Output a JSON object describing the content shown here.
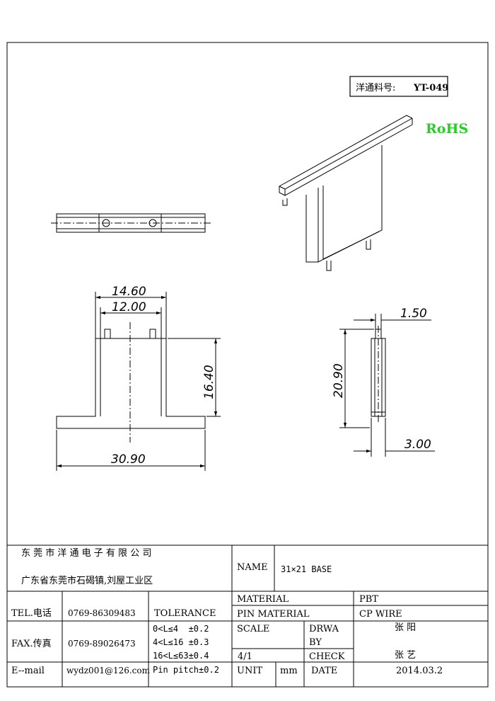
{
  "part_box": {
    "label": "洋通料号:",
    "code": "YT-049"
  },
  "rohs": "RoHS",
  "dimensions": {
    "front_width_outer": "14.60",
    "front_width_inner": "12.00",
    "front_height": "16.40",
    "front_base_width": "30.90",
    "side_top": "1.50",
    "side_height": "20.90",
    "side_bottom": "3.00"
  },
  "title_block": {
    "company": "东 莞 市 洋 通 电 子 有 限 公 司",
    "address": "广东省东莞市石碣镇,刘屋工业区",
    "name_label": "NAME",
    "name_value": "31×21 BASE",
    "material_label": "MATERIAL",
    "material_value": "PBT",
    "pin_material_label": "PIN MATERIAL",
    "pin_material_value": "CP WIRE",
    "tel_label": "TEL.电话",
    "tel_value": "0769-86309483",
    "tolerance_label": "TOLERANCE",
    "fax_label": "FAX.传真",
    "fax_value": "0769-89026473",
    "tol1": "0<L≤4  ±0.2",
    "tol2": "4<L≤16 ±0.3",
    "tol3": "16<L≤63±0.4",
    "pin_pitch": "Pin pitch±0.2",
    "scale_label": "SCALE",
    "scale_value": "4/1",
    "draw_label_1": "DRWA",
    "draw_label_2": "BY",
    "draw_value": "张 阳",
    "check_label": "CHECK",
    "check_value": "张 艺",
    "email_label": "E--mail",
    "email_value": "wydz001@126.com",
    "unit_label": "UNIT",
    "unit_value": "mm",
    "date_label": "DATE",
    "date_value": "2014.03.2"
  }
}
